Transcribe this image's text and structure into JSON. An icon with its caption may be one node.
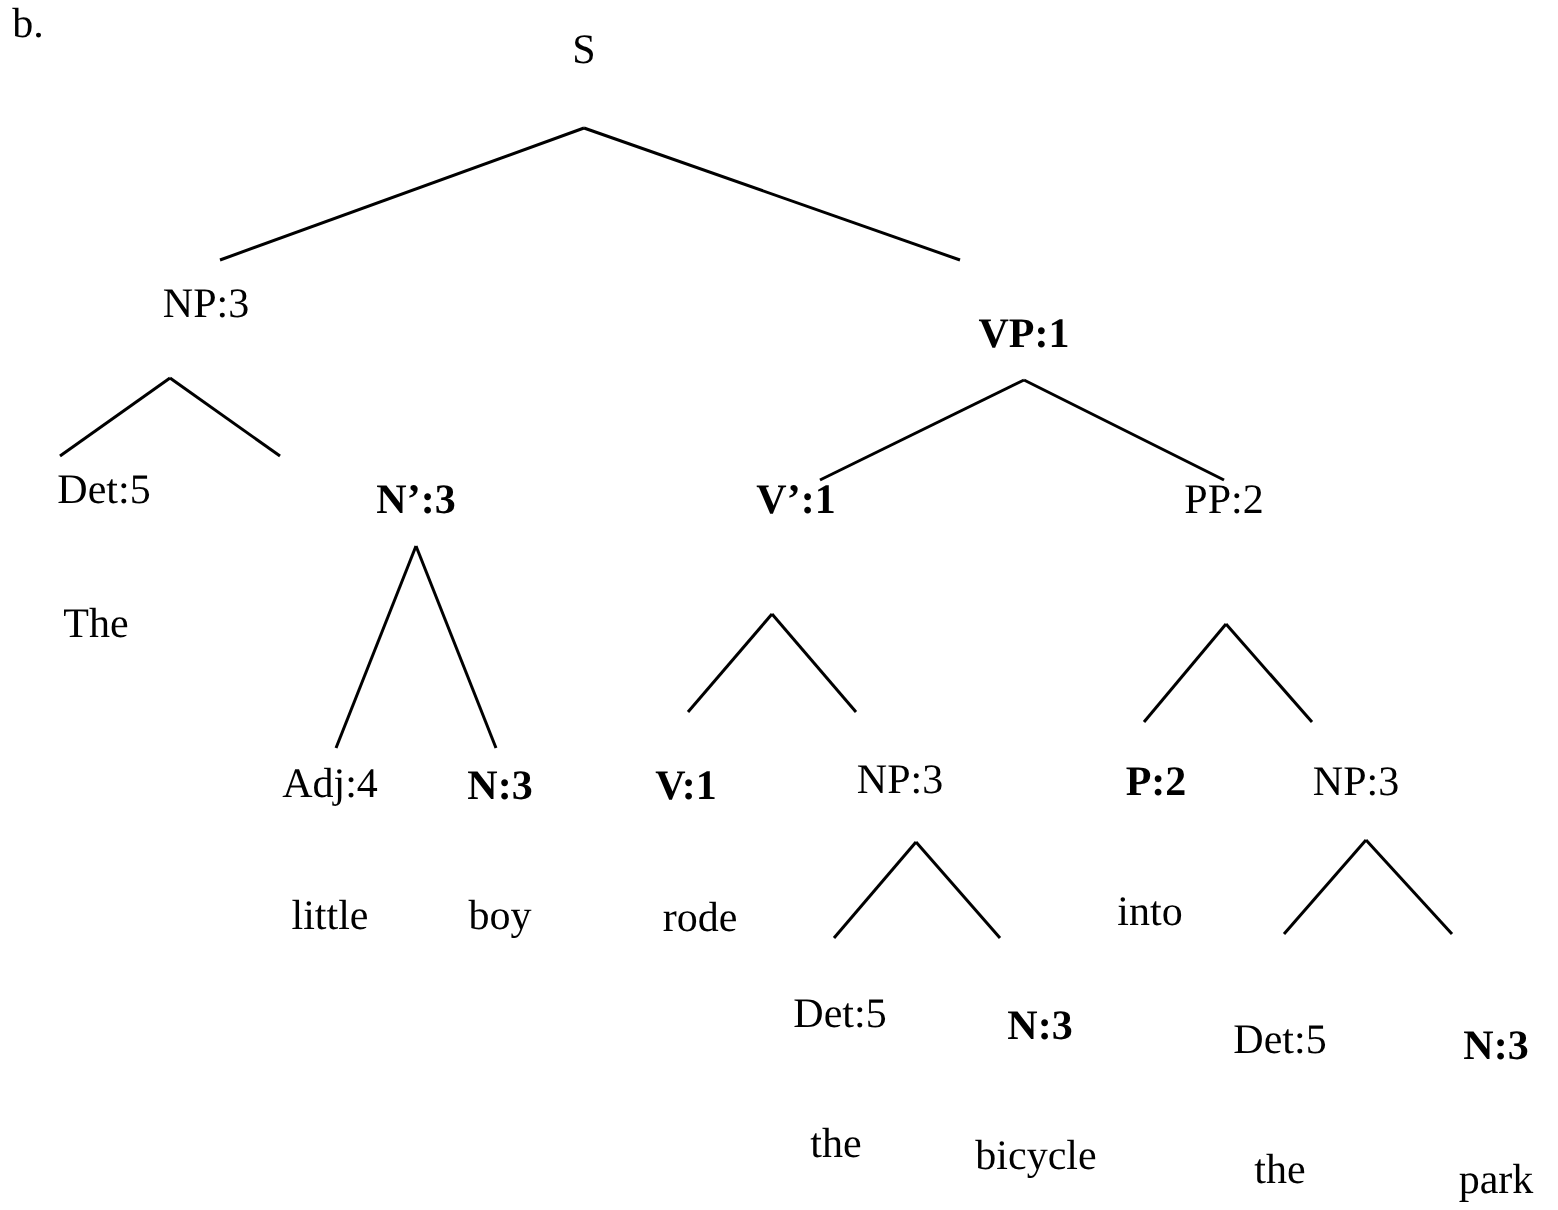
{
  "diagram": {
    "nodes": [
      {
        "text": [
          "S"
        ]
      },
      {
        "text": [
          "NP:3"
        ]
      },
      {
        "text": [
          "VP:1"
        ]
      },
      {
        "text": [
          "Det:5"
        ],
        "beside": [
          "The"
        ]
      },
      {
        "text": [
          "N’:3"
        ]
      },
      {
        "text": [
          "V’:1"
        ]
      },
      {
        "text": [
          "PP:2"
        ]
      },
      {
        "text": [
          "Adj:4"
        ],
        "beside": [
          "little"
        ]
      },
      {
        "text": [
          "N:3"
        ],
        "beside": [
          "boy"
        ]
      },
      {
        "text": [
          "V:1"
        ],
        "beside": [
          "rode"
        ]
      },
      {
        "text": [
          "NP:3"
        ]
      },
      {
        "text": [
          "P:2"
        ],
        "beside": [
          "into"
        ]
      },
      {
        "text": [
          "NP:3"
        ]
      },
      {
        "text": [
          "Det:5"
        ],
        "beside": [
          "the"
        ]
      },
      {
        "text": [
          "N:3"
        ],
        "beside": [
          "bicycle"
        ]
      },
      {
        "text": [
          "Det:5"
        ],
        "beside": [
          "the"
        ]
      },
      {
        "text": [
          "N:3"
        ],
        "beside": [
          "park"
        ]
      }
    ],
    "edges": [
      {
        "from": 0,
        "to": 1,
        "arrow": "none"
      },
      {
        "from": 0,
        "to": 2,
        "arrow": "none"
      },
      {
        "from": 1,
        "to": 3,
        "arrow": "none"
      },
      {
        "from": 1,
        "to": 4,
        "arrow": "none"
      },
      {
        "from": 2,
        "to": 5,
        "arrow": "none"
      },
      {
        "from": 2,
        "to": 6,
        "arrow": "none"
      },
      {
        "from": 4,
        "to": 7,
        "arrow": "none"
      },
      {
        "from": 4,
        "to": 8,
        "arrow": "none"
      },
      {
        "from": 5,
        "to": 9,
        "arrow": "none"
      },
      {
        "from": 5,
        "to": 10,
        "arrow": "none"
      },
      {
        "from": 6,
        "to": 11,
        "arrow": "none"
      },
      {
        "from": 6,
        "to": 12,
        "arrow": "none"
      },
      {
        "from": 10,
        "to": 13,
        "arrow": "none"
      },
      {
        "from": 10,
        "to": 14,
        "arrow": "none"
      },
      {
        "from": 12,
        "to": 15,
        "arrow": "none"
      },
      {
        "from": 12,
        "to": 16,
        "arrow": "none"
      }
    ],
    "labels": [
      "b."
    ]
  }
}
